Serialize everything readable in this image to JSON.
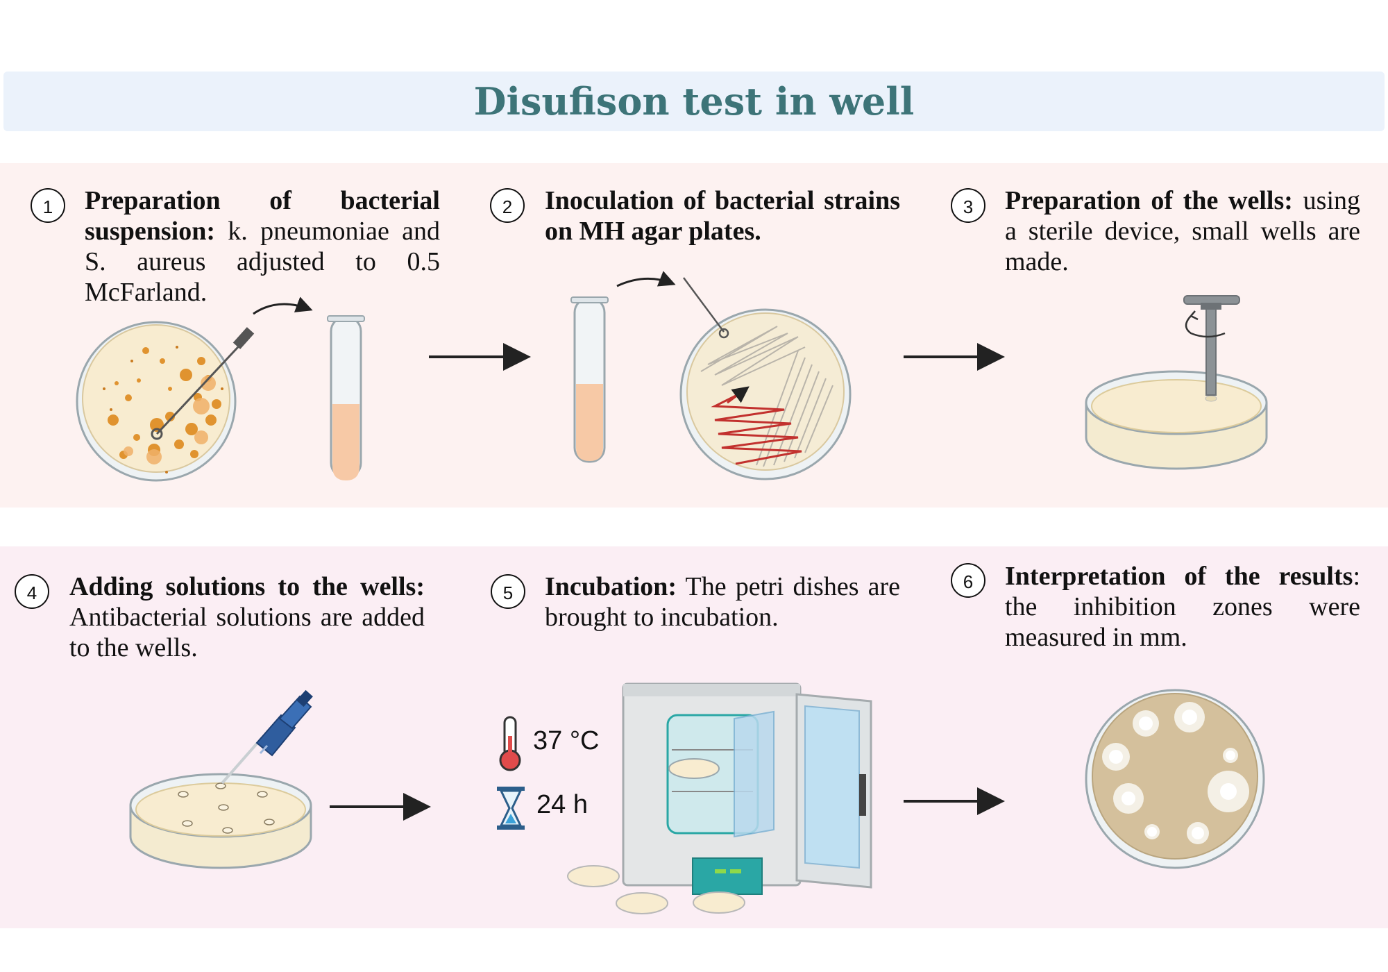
{
  "title": "Disufison test in well",
  "steps": [
    {
      "number": "1",
      "bold": "Preparation of bacterial suspension:",
      "text": " k. pneumoniae and S. aureus adjusted to 0.5 McFarland."
    },
    {
      "number": "2",
      "bold": "Inoculation of bacterial strains on MH agar plates.",
      "text": ""
    },
    {
      "number": "3",
      "bold": "Preparation of the wells:",
      "text": " using a sterile device, small wells are made."
    },
    {
      "number": "4",
      "bold": "Adding solutions to the wells:",
      "text": " Antibacterial solutions are added to the wells."
    },
    {
      "number": "5",
      "bold": "Incubation:",
      "text": " The petri dishes are brought to incubation."
    },
    {
      "number": "6",
      "bold": "Interpretation of the results",
      "text": ": the inhibition zones were measured in mm."
    }
  ],
  "incubation": {
    "temperature": "37 °C",
    "time": "24 h"
  },
  "icons": [
    "petri-dish-colonies-icon",
    "inoculation-loop-icon",
    "test-tube-icon",
    "streaked-plate-icon",
    "cork-borer-icon",
    "pipette-icon",
    "thermometer-icon",
    "hourglass-icon",
    "incubator-icon",
    "inhibition-zone-plate-icon",
    "arrow-right-icon"
  ],
  "colors": {
    "title": "#3d7478",
    "title_band": "#ebf2fb",
    "row1_band": "#fdf2f1",
    "row2_band": "#fbeef4",
    "agar": "#f8ecd0",
    "colony": "#e0932f",
    "streak": "#c2312e",
    "incubator_teal": "#2aa7a5",
    "pipette_blue": "#2f5d9e",
    "result_agar": "#d4c09c"
  }
}
